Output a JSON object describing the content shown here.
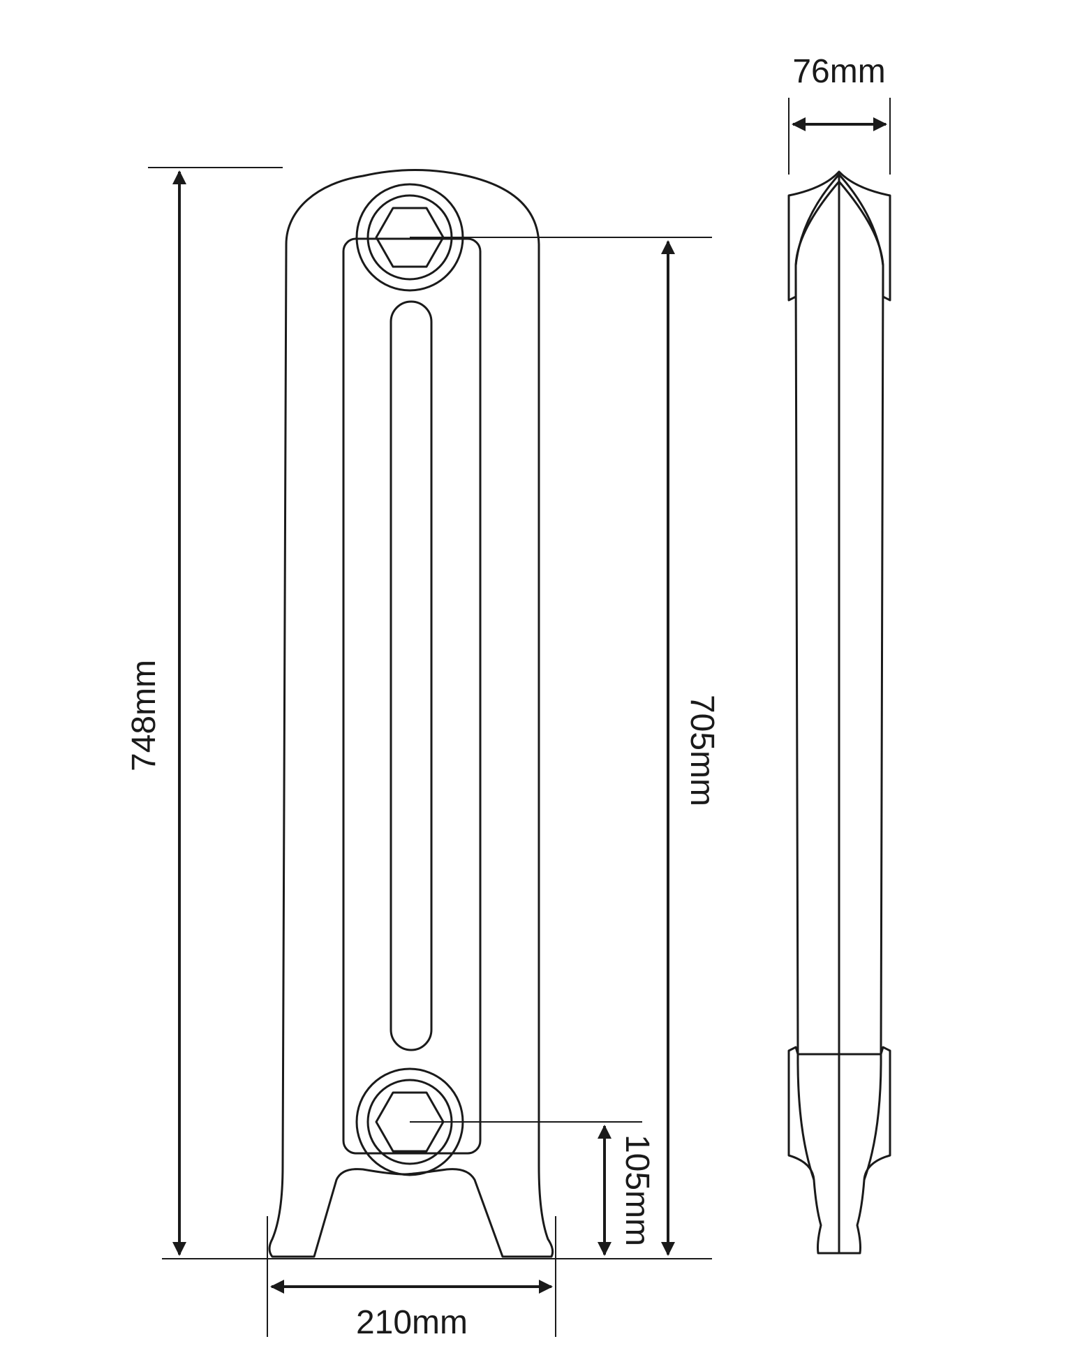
{
  "dimensions": {
    "overall_height": "748mm",
    "pipe_centres": "705mm",
    "lower_pipe_height": "105mm",
    "width": "210mm",
    "depth": "76mm"
  },
  "colors": {
    "line": "#1a1a1a",
    "background": "#ffffff"
  }
}
